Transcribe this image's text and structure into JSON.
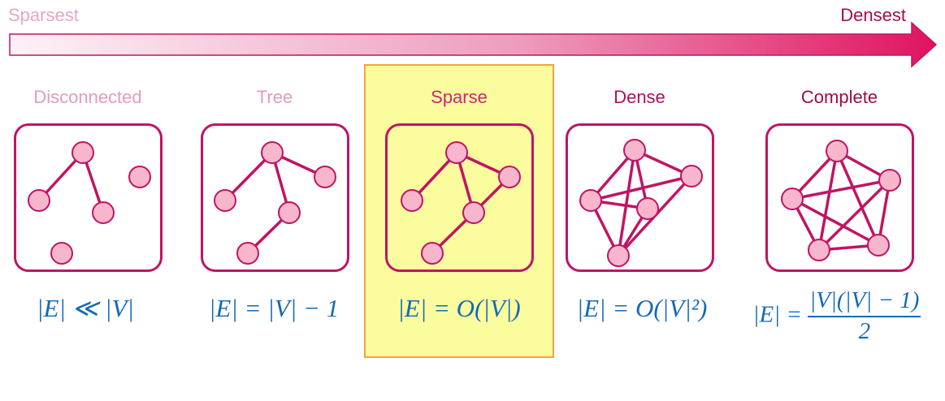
{
  "scale": {
    "left_label": "Sparsest",
    "right_label": "Densest"
  },
  "colors": {
    "edge": "#c01464",
    "node_fill": "#f7b6cc",
    "formula": "#1469b8",
    "highlight_fill": "#fbfc9d",
    "highlight_border": "#f4a43a"
  },
  "graphs": [
    {
      "key": "disconnected",
      "title": "Disconnected",
      "title_color": "#e49ac0",
      "formula": {
        "lhs": "|E| ≪ |V|"
      },
      "nodes": 5,
      "edges": 2
    },
    {
      "key": "tree",
      "title": "Tree",
      "title_color": "#e49ac0",
      "formula": {
        "lhs": "|E| = |V| − 1"
      },
      "nodes": 5,
      "edges": 4
    },
    {
      "key": "sparse",
      "title": "Sparse",
      "title_color": "#c8287a",
      "highlighted": true,
      "formula": {
        "lhs": "|E| = O(|V|)"
      },
      "nodes": 5,
      "edges": 5
    },
    {
      "key": "dense",
      "title": "Dense",
      "title_color": "#b0105a",
      "formula": {
        "lhs": "|E| = O(|V|²)"
      },
      "nodes": 5,
      "edges": 9
    },
    {
      "key": "complete",
      "title": "Complete",
      "title_color": "#9a0d48",
      "formula": {
        "lhs": "|E| =",
        "numerator": "|V|(|V| − 1)",
        "denominator": "2"
      },
      "nodes": 5,
      "edges": 10
    }
  ]
}
